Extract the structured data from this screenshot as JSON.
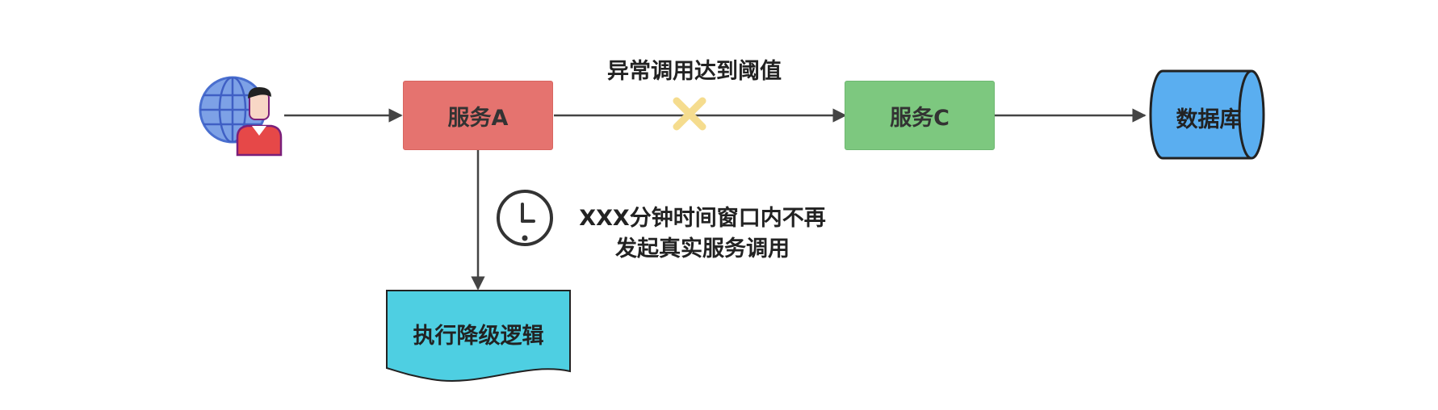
{
  "nodes": {
    "service_a": "服务A",
    "service_c": "服务C",
    "database": "数据库",
    "fallback": "执行降级逻辑"
  },
  "labels": {
    "threshold": "异常调用达到阈值",
    "timeout_line1": "XXX分钟时间窗口内不再",
    "timeout_line2": "发起真实服务调用"
  },
  "icons": [
    "globe-icon",
    "user-icon",
    "cross-icon",
    "clock-icon"
  ],
  "colors": {
    "service_a": "#e5736f",
    "service_c": "#7dc87f",
    "database": "#5aaef0",
    "fallback": "#4ecfe2",
    "arrow": "#444444",
    "cross": "#f5dc8e"
  }
}
